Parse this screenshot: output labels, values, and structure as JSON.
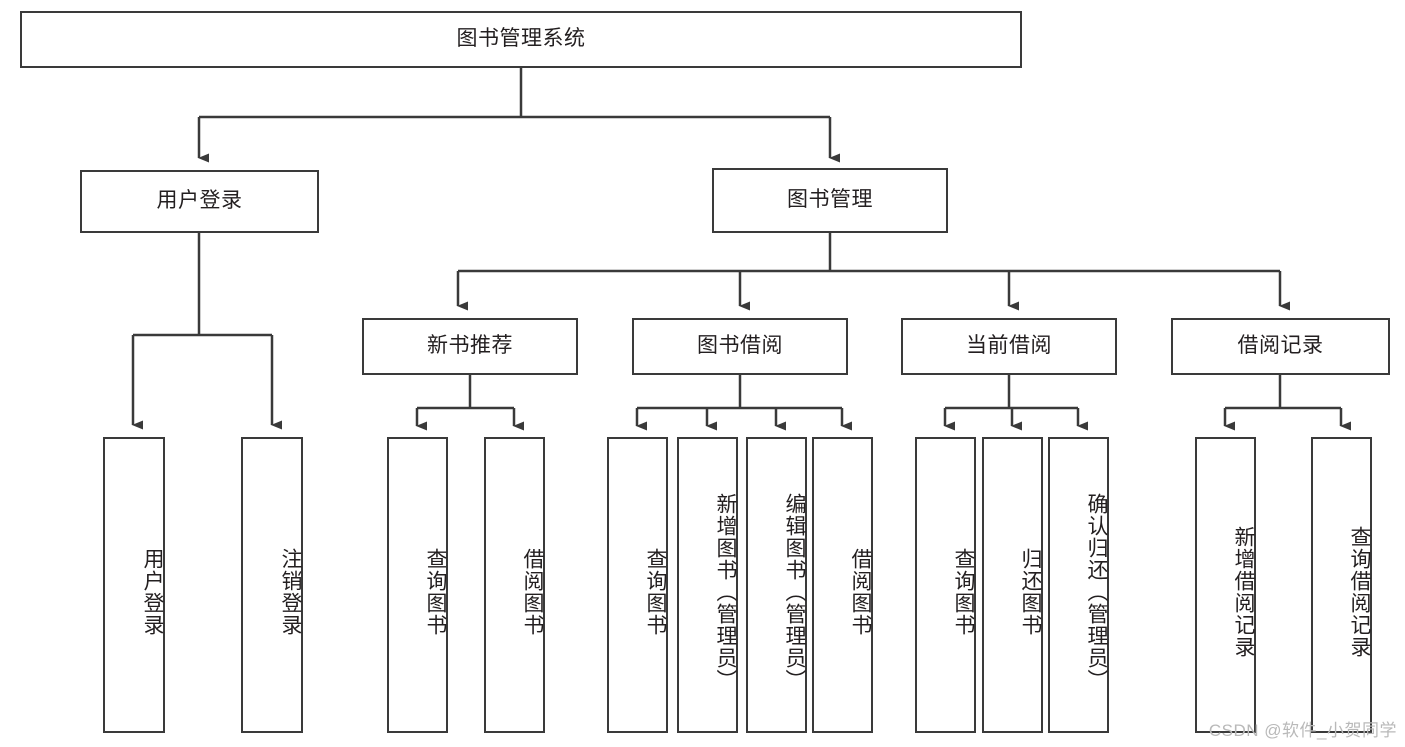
{
  "diagram": {
    "type": "tree-hierarchy-chart",
    "title_node": {
      "label": "图书管理系统"
    },
    "level2": [
      {
        "id": "user-login",
        "label": "用户登录"
      },
      {
        "id": "book-management",
        "label": "图书管理"
      }
    ],
    "level3": [
      {
        "id": "new-book-recommend",
        "label": "新书推荐",
        "parent": "book-management"
      },
      {
        "id": "book-borrow",
        "label": "图书借阅",
        "parent": "book-management"
      },
      {
        "id": "current-borrow",
        "label": "当前借阅",
        "parent": "book-management"
      },
      {
        "id": "borrow-record",
        "label": "借阅记录",
        "parent": "book-management"
      }
    ],
    "leaves": [
      {
        "id": "leaf-user-login",
        "label": "用户登录",
        "parent": "user-login"
      },
      {
        "id": "leaf-logout-login",
        "label": "注销登录",
        "parent": "user-login"
      },
      {
        "id": "leaf-query-book-1",
        "label": "查询图书",
        "parent": "new-book-recommend"
      },
      {
        "id": "leaf-borrow-book-1",
        "label": "借阅图书",
        "parent": "new-book-recommend"
      },
      {
        "id": "leaf-query-book-2",
        "label": "查询图书",
        "parent": "book-borrow"
      },
      {
        "id": "leaf-add-book",
        "label": "新增图书（管理员）",
        "parent": "book-borrow"
      },
      {
        "id": "leaf-edit-book",
        "label": "编辑图书（管理员）",
        "parent": "book-borrow"
      },
      {
        "id": "leaf-borrow-book-2",
        "label": "借阅图书",
        "parent": "book-borrow"
      },
      {
        "id": "leaf-query-book-3",
        "label": "查询图书",
        "parent": "current-borrow"
      },
      {
        "id": "leaf-return-book",
        "label": "归还图书",
        "parent": "current-borrow"
      },
      {
        "id": "leaf-confirm-return",
        "label": "确认归还（管理员）",
        "parent": "current-borrow"
      },
      {
        "id": "leaf-add-borrow-record",
        "label": "新增借阅记录",
        "parent": "borrow-record"
      },
      {
        "id": "leaf-query-borrow-record",
        "label": "查询借阅记录",
        "parent": "borrow-record"
      }
    ],
    "watermark": "CSDN @软件_小贺同学",
    "colors": {
      "stroke": "#3a3a3a",
      "background": "#ffffff",
      "text": "#231f20",
      "watermark": "#b9b9b9"
    }
  }
}
